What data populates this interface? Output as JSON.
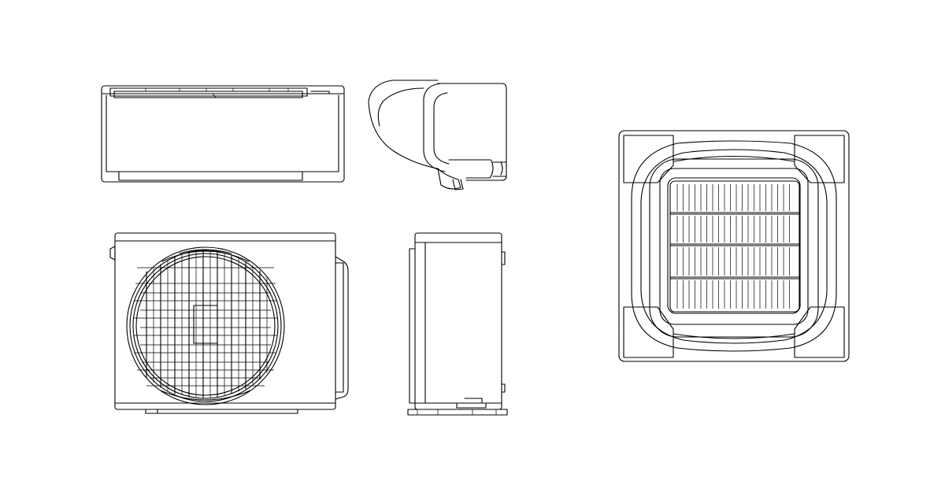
{
  "drawing": {
    "background": "#ffffff",
    "line_color": "#000000",
    "views": [
      {
        "name": "indoor-unit-front-view"
      },
      {
        "name": "indoor-unit-side-view"
      },
      {
        "name": "outdoor-unit-front-view"
      },
      {
        "name": "outdoor-unit-side-view"
      },
      {
        "name": "cassette-unit-top-view"
      }
    ]
  }
}
